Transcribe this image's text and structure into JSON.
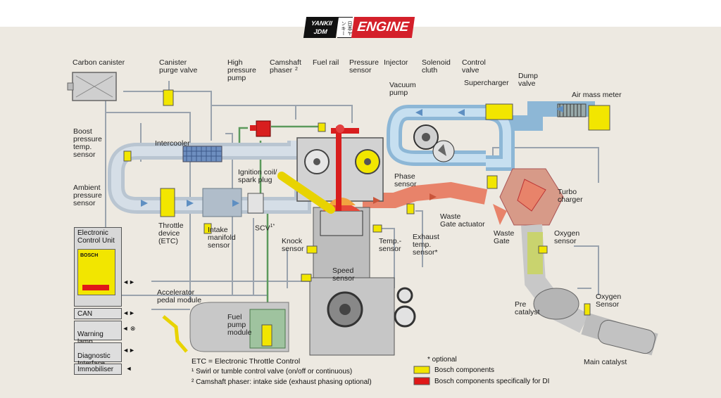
{
  "logo": {
    "brand_top": "YANKII",
    "brand_bottom": "JDM",
    "kanji": "日本ヤンキー",
    "word": "ENGINE"
  },
  "labels": {
    "carbon_canister": "Carbon canister",
    "canister_purge_valve": "Canister\npurge valve",
    "high_pressure_pump": "High\npressure\npump",
    "camshaft_phaser": "Camshaft\nphaser",
    "camshaft_phaser_sup": "2",
    "fuel_rail": "Fuel rail",
    "pressure_sensor": "Pressure\nsensor",
    "injector": "Injector",
    "solenoid_cluth": "Solenoid\ncluth",
    "control_valve": "Control\nvalve",
    "vacuum_pump": "Vacuum\npump",
    "supercharger": "Supercharger",
    "dump_valve": "Dump\nvalve",
    "air_mass_meter": "Air mass meter",
    "boost_pressure_temp_sensor": "Boost\npressure\ntemp.\nsensor",
    "intercooler": "Intercooler",
    "ignition_coil": "Ignition coil/\nspark plug",
    "phase_sensor": "Phase\nsensor",
    "ambient_pressure_sensor": "Ambient\npressure\nsensor",
    "turbo_charger": "Turbo\ncharger",
    "waste_gate_actuator": "Waste\nGate actuator",
    "throttle_device": "Throttle\ndevice\n(ETC)",
    "intake_manifold_sensor": "Intake\nmanifold\nsensor",
    "scv": "SCV",
    "scv_sup": "1*",
    "knock_sensor": "Knock\nsensor",
    "temp_sensor": "Temp.-\nsensor",
    "exhaust_temp_sensor": "Exhaust\ntemp.\nsensor*",
    "waste_gate": "Waste\nGate",
    "oxygen_sensor_1": "Oxygen\nsensor",
    "speed_sensor": "Speed\nsensor",
    "accelerator_pedal_module": "Accelerator\npedal module",
    "fuel_pump_module": "Fuel\npump\nmodule",
    "pre_catalyst": "Pre\ncatalyst",
    "oxygen_sensor_2": "Oxygen\nSensor",
    "main_catalyst": "Main catalyst"
  },
  "ecu": {
    "title": "Electronic\nControl Unit",
    "brand": "BOSCH",
    "items": [
      "CAN",
      "Warning\nlamp",
      "Diagnostic\nInterface",
      "Immobiliser"
    ]
  },
  "notes": {
    "etc": "ETC =  Electronic Throttle Control",
    "note1": "¹ Swirl or tumble control valve (on/off or continuous)",
    "note2": "² Camshaft phaser: intake side (exhaust phasing optional)",
    "optional": "*  optional",
    "bosch_components": "Bosch components",
    "bosch_di": "Bosch components specifically for DI"
  },
  "colors": {
    "background": "#ede9e1",
    "bosch_yellow": "#f2e600",
    "bosch_di_red": "#e01818",
    "intake_pipe": "#c7d3df",
    "turbo_air": "#a7cbe3",
    "exhaust": "#e8836a",
    "logo_red": "#d4202a"
  }
}
